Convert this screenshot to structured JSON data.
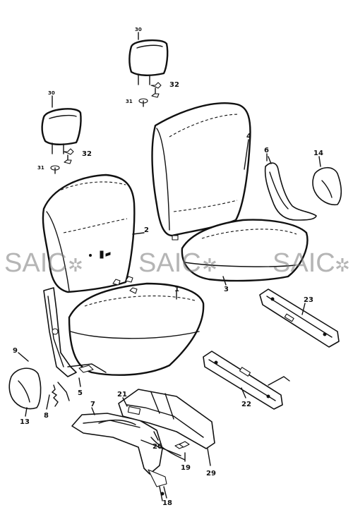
{
  "watermark": {
    "text": "SAIC",
    "mark_icon": "star-swirl-icon",
    "color": "#787878"
  },
  "callouts": {
    "c1": "1",
    "c2": "2",
    "c3": "3",
    "c4": "4",
    "c5": "5",
    "c6": "6",
    "c7": "7",
    "c8": "8",
    "c9": "9",
    "c13": "13",
    "c14": "14",
    "c18": "18",
    "c19": "19",
    "c20": "20",
    "c21": "21",
    "c22": "22",
    "c23": "23",
    "c29": "29",
    "c30a": "30",
    "c30b": "30",
    "c31a": "31",
    "c31b": "31",
    "c32a": "32",
    "c32b": "32"
  }
}
